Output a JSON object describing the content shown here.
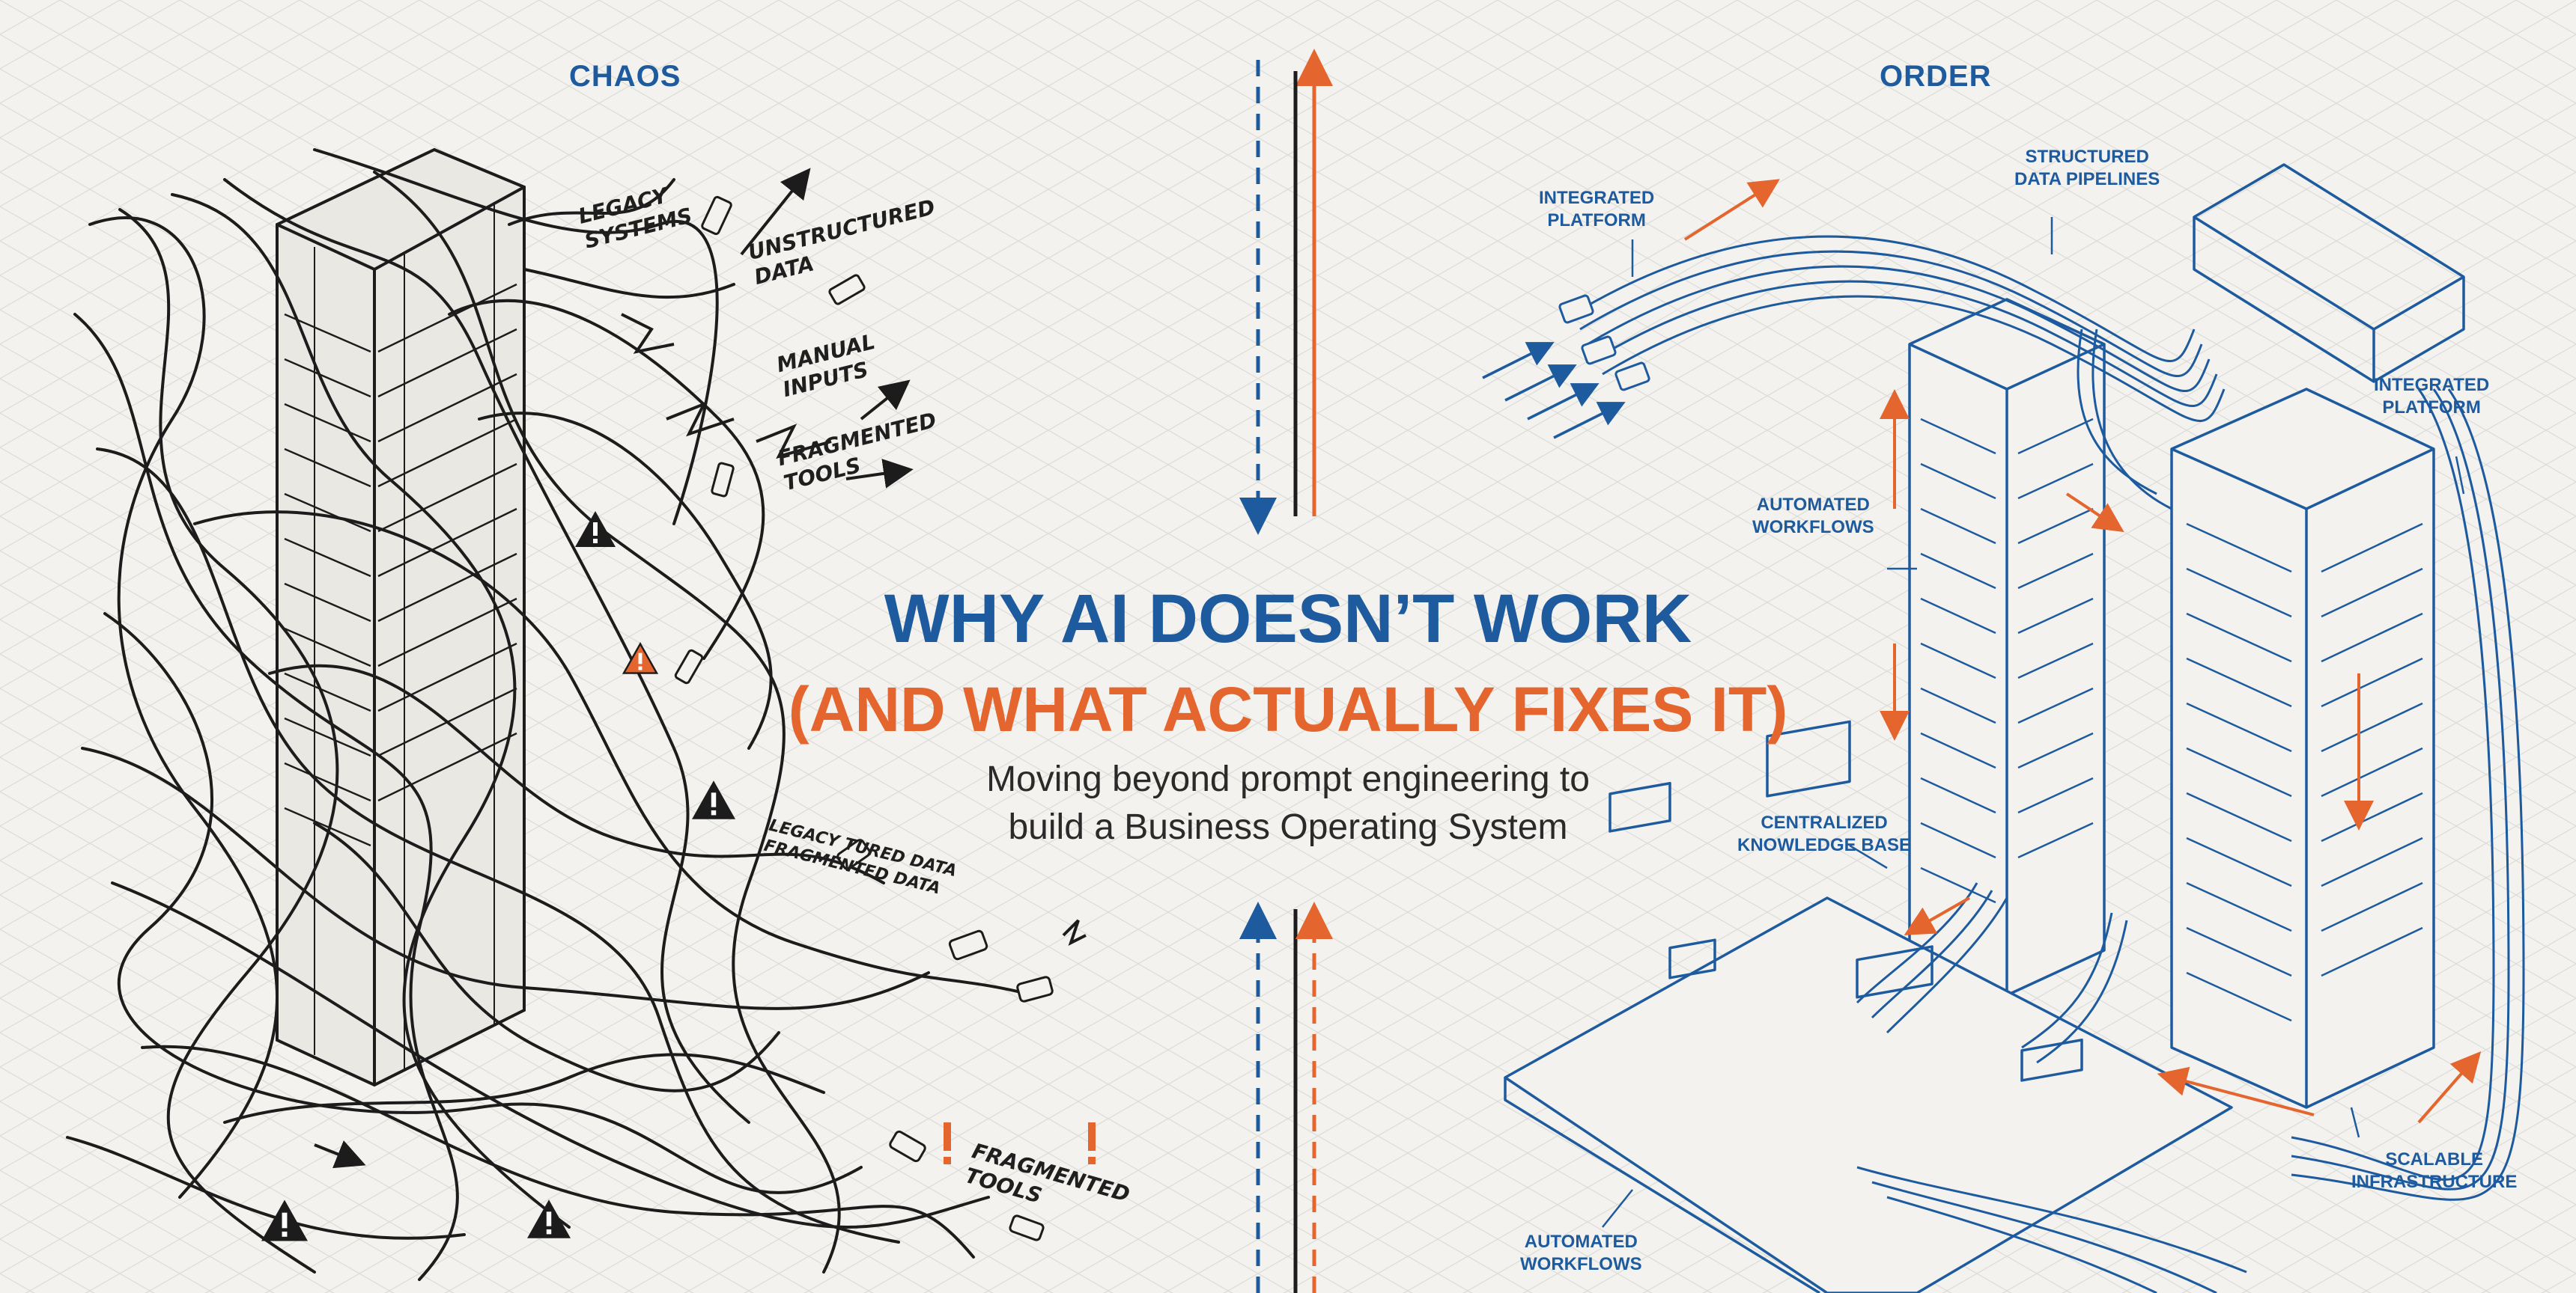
{
  "colors": {
    "blue": "#1d5a9e",
    "orange": "#e4652e",
    "ink": "#1c1c1c",
    "paper": "#f3f2ee",
    "grid": "#d9d9d6"
  },
  "left_panel": {
    "heading": "CHAOS",
    "labels": {
      "legacy": [
        "LEGACY",
        "SYSTEMS"
      ],
      "unstructured": [
        "UNSTRUCTURED",
        "DATA"
      ],
      "manual": [
        "MANUAL",
        "INPUTS"
      ],
      "fragmented_top": [
        "FRAGMENTED",
        "TOOLS"
      ],
      "garbled": [
        "LEGACY TURED DATA",
        "FRAGMENTED DATA"
      ],
      "fragmented_bottom": [
        "FRAGMENTED",
        "TOOLS"
      ]
    },
    "icons": [
      "warning-icon",
      "exclamation-icon"
    ]
  },
  "right_panel": {
    "heading": "ORDER",
    "labels": {
      "integrated_left": [
        "INTEGRATED",
        "PLATFORM"
      ],
      "pipelines": [
        "STRUCTURED",
        "DATA PIPELINES"
      ],
      "integrated_right": [
        "INTEGRATED",
        "PLATFORM"
      ],
      "automated_top": [
        "AUTOMATED",
        "WORKFLOWS"
      ],
      "knowledge": [
        "CENTRALIZED",
        "KNOWLEDGE BASE"
      ],
      "scalable": [
        "SCALABLE",
        "INFRASTRUCTURE"
      ],
      "automated_bottom": [
        "AUTOMATED",
        "WORKFLOWS"
      ]
    }
  },
  "center": {
    "title_line1": "WHY AI DOESN’T WORK",
    "title_line2": "(AND WHAT ACTUALLY FIXES IT)",
    "subtitle": [
      "Moving beyond prompt engineering to",
      "build a Business Operating System"
    ]
  }
}
